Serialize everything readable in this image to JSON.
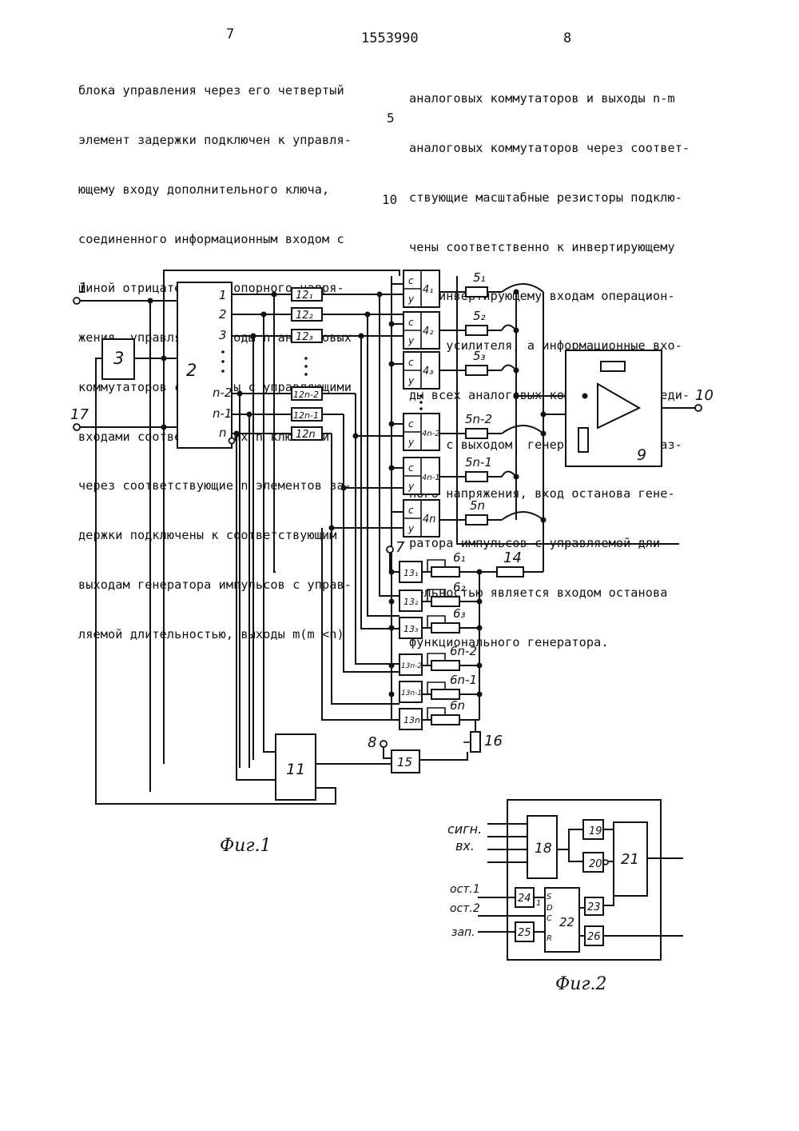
{
  "header": {
    "page_left": "7",
    "patent_number": "1553990",
    "page_right": "8"
  },
  "left_column": [
    "блока управления через его четвертый",
    "элемент задержки подключен к управля-",
    "ющему входу дополнительного ключа,",
    "соединенного информационным входом с",
    "шиной отрицательного опорного напря-",
    "жения, управляющие входы n аналоговых",
    "коммутаторов соединены с управляющими",
    "входами соответствующих n ключей и",
    "через соответствующие n элементов за-",
    "держки подключены к соответствующим",
    "выходам генератора импульсов с управ-",
    "ляемой длительностью, выходы m(m <n)"
  ],
  "right_column": [
    "аналоговых коммутаторов и выходы n-m",
    "аналоговых коммутаторов через соответ-",
    "ствующие масштабные резисторы подклю-",
    "чены соответственно к инвертирующему",
    "и неинвертирующему входам операцион-",
    "ного усилителя, а информационные вхо-",
    "ды всех аналоговых коммутаторов соеди-",
    "нены с выходом  генератора пилообраз-",
    "ного напряжения, вход останова гене-",
    "ратора импульсов с управляемой дли-",
    "тельностью является входом останова",
    "функционального генератора."
  ],
  "line_numbers": [
    "5",
    "10"
  ],
  "figure1": {
    "caption": "Фиг.1",
    "terminals": {
      "t1": "1",
      "t17": "17",
      "t7": "7",
      "t8": "8",
      "t10": "10"
    },
    "blocks": {
      "b2": "2",
      "b3": "3",
      "b9": "9",
      "b11": "11",
      "b14": "14",
      "b15": "15",
      "b16": "16"
    },
    "gen_outputs": [
      "1",
      "2",
      "3",
      "n-2",
      "n-1",
      "n"
    ],
    "delays": [
      "12₁",
      "12₂",
      "12₃",
      "12n-2",
      "12n-1",
      "12n"
    ],
    "switch_labels": [
      "4₁",
      "4₂",
      "4₃",
      "4n-2",
      "4n-1",
      "4n"
    ],
    "switch_ports": {
      "c": "c",
      "y": "y"
    },
    "resistors5": [
      "5₁",
      "5₂",
      "5₃",
      "5n-2",
      "5n-1",
      "5n"
    ],
    "keys13": [
      "13₁",
      "13₂",
      "13₃",
      "13n-2",
      "13n-1",
      "13n"
    ],
    "resistors6": [
      "6₁",
      "6₂",
      "6₃",
      "6n-2",
      "6n-1",
      "6n"
    ]
  },
  "figure2": {
    "caption": "Фиг.2",
    "inputs": {
      "sig1": "сигн.",
      "sig2": "вх.",
      "stop1": "ост.1",
      "stop2": "ост.2",
      "start": "зап."
    },
    "blocks": {
      "b18": "18",
      "b19": "19",
      "b20": "20",
      "b21": "21",
      "b22": "22",
      "b23": "23",
      "b24": "24",
      "b25": "25",
      "b26": "26"
    },
    "trigger_pins": {
      "s": "S",
      "d": "D",
      "c": "C",
      "r": "R",
      "one": "1"
    }
  }
}
